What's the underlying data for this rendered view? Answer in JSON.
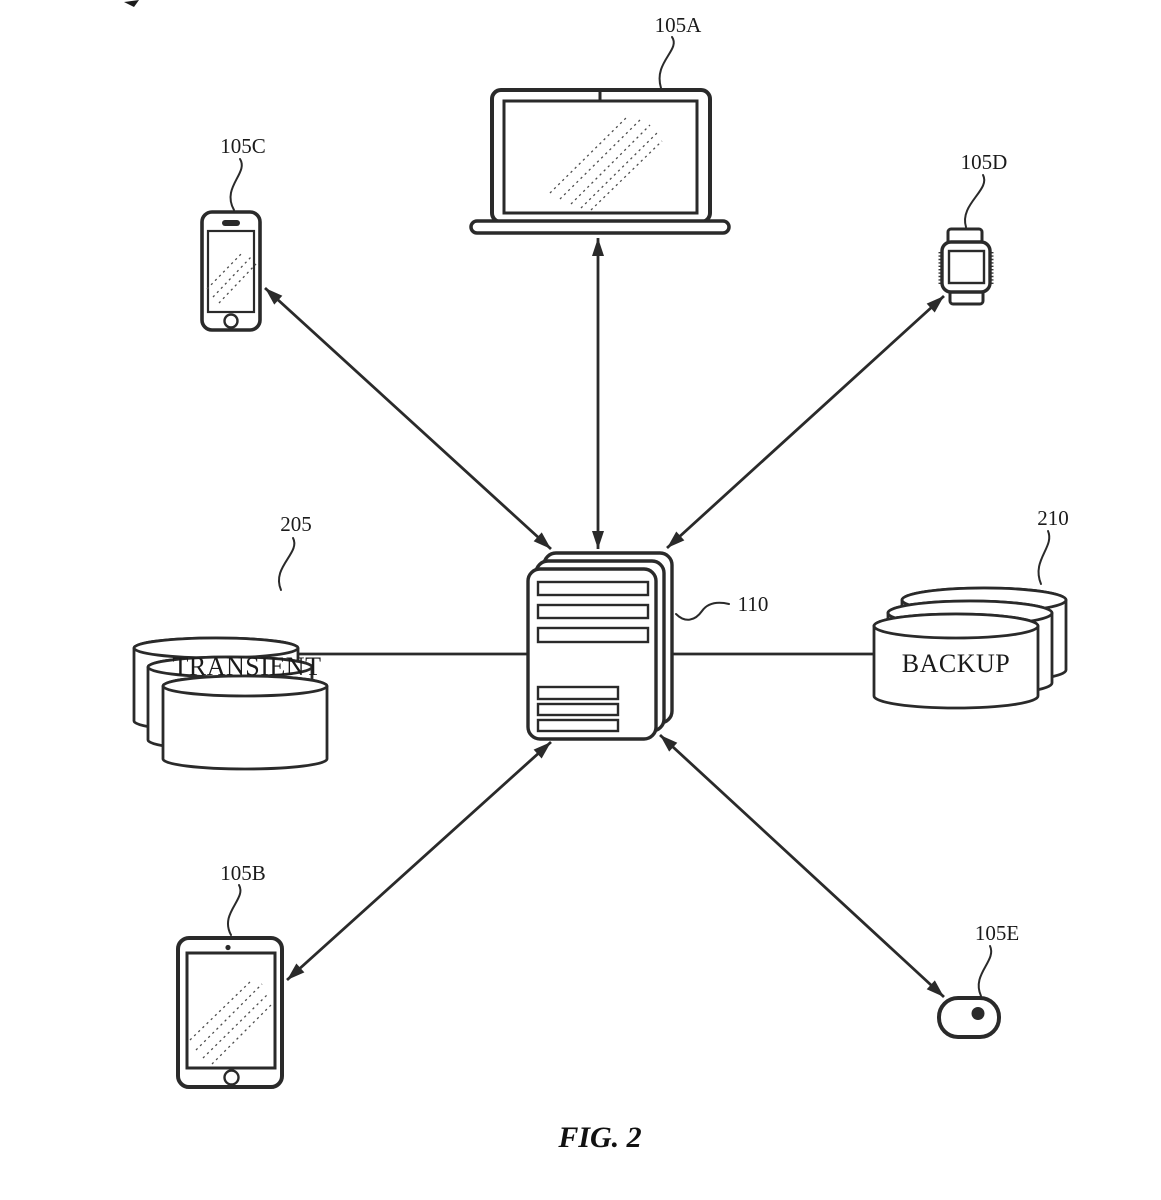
{
  "figure": {
    "caption": "FIG. 2",
    "labels": {
      "laptop": "105A",
      "tablet": "105B",
      "phone": "105C",
      "watch": "105D",
      "media_device": "105E",
      "server": "110",
      "transient_store": "205",
      "backup_store": "210"
    },
    "storage": {
      "transient": "TRANSIENT",
      "backup": "BACKUP"
    },
    "colors": {
      "line": "#2a2a2a",
      "text": "#1b1b1b",
      "background": "#ffffff"
    }
  }
}
